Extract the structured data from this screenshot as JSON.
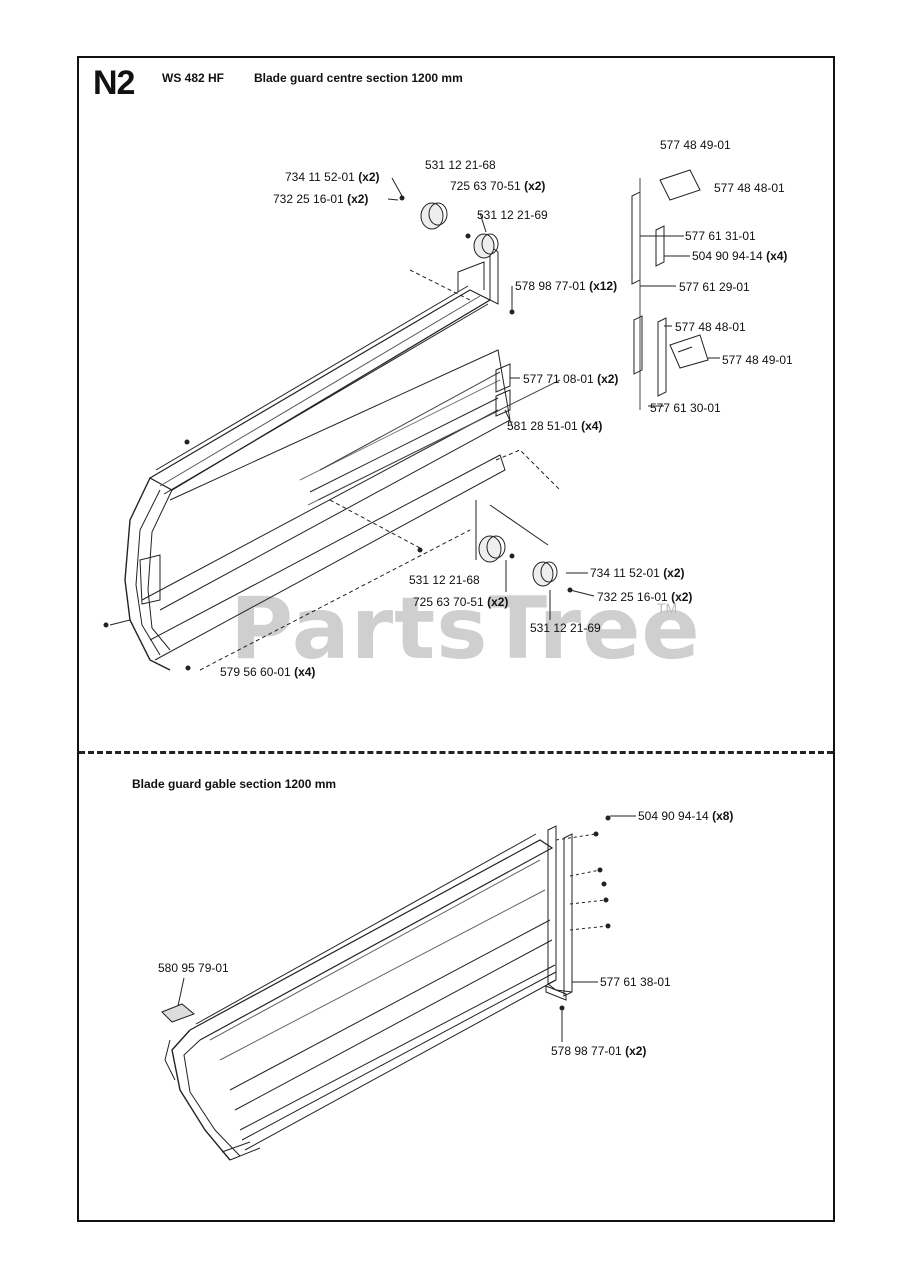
{
  "header": {
    "section_code": "N2",
    "model": "WS 482 HF",
    "title_top": "Blade guard centre section 1200 mm",
    "title_bottom": "Blade guard gable section 1200 mm"
  },
  "watermark": {
    "text": "PartsTree",
    "tm": "TM"
  },
  "top_labels": [
    {
      "part": "577 48 49-01",
      "qty": ""
    },
    {
      "part": "577 48 48-01",
      "qty": ""
    },
    {
      "part": "531 12 21-68",
      "qty": ""
    },
    {
      "part": "734 11 52-01",
      "qty": "(x2)"
    },
    {
      "part": "725 63 70-51",
      "qty": "(x2)"
    },
    {
      "part": "732 25 16-01",
      "qty": "(x2)"
    },
    {
      "part": "531 12 21-69",
      "qty": ""
    },
    {
      "part": "577 61 31-01",
      "qty": ""
    },
    {
      "part": "504 90 94-14",
      "qty": "(x4)"
    },
    {
      "part": "578 98 77-01",
      "qty": "(x12)"
    },
    {
      "part": "577 61 29-01",
      "qty": ""
    },
    {
      "part": "577 48 48-01",
      "qty": ""
    },
    {
      "part": "577 48 49-01",
      "qty": ""
    },
    {
      "part": "577 71 08-01",
      "qty": "(x2)"
    },
    {
      "part": "577 61 30-01",
      "qty": ""
    },
    {
      "part": "581 28 51-01",
      "qty": "(x4)"
    },
    {
      "part": "734 11 52-01",
      "qty": "(x2)"
    },
    {
      "part": "531 12 21-68",
      "qty": ""
    },
    {
      "part": "725 63 70-51",
      "qty": "(x2)"
    },
    {
      "part": "732 25 16-01",
      "qty": "(x2)"
    },
    {
      "part": "531 12 21-69",
      "qty": ""
    },
    {
      "part": "579 56 60-01",
      "qty": "(x4)"
    }
  ],
  "bottom_labels": [
    {
      "part": "504 90 94-14",
      "qty": "(x8)"
    },
    {
      "part": "580 95 79-01",
      "qty": ""
    },
    {
      "part": "577 61 38-01",
      "qty": ""
    },
    {
      "part": "578 98 77-01",
      "qty": "(x2)"
    }
  ]
}
